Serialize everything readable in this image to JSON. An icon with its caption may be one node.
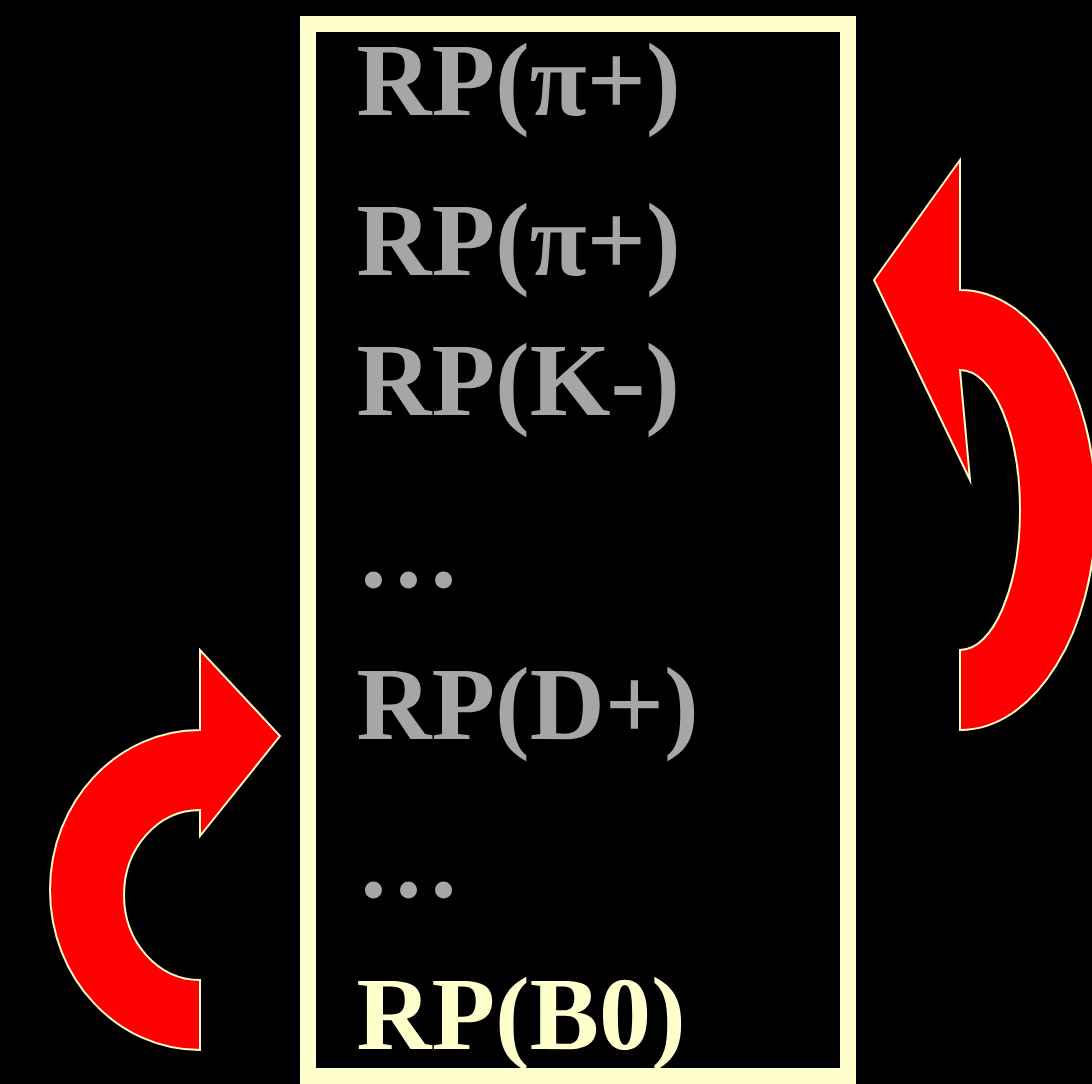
{
  "diagram": {
    "nodes": [
      {
        "text": [
          "RP(π+)",
          "RP(π+)",
          "RP(K-)",
          "…",
          "RP(D+)",
          "…",
          "RP(B0)"
        ]
      }
    ]
  }
}
